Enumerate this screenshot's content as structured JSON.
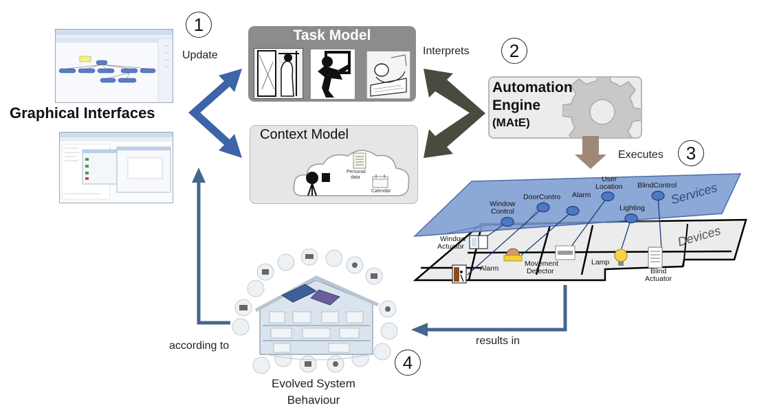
{
  "left": {
    "title": "Graphical Interfaces"
  },
  "steps": {
    "s1": "1",
    "s2": "2",
    "s3": "3",
    "s4": "4"
  },
  "labels": {
    "update": "Update",
    "interprets": "Interprets",
    "executes": "Executes",
    "results_in": "results in",
    "according_to": "according to",
    "evolved_line1": "Evolved System",
    "evolved_line2": "Behaviour"
  },
  "task_model": {
    "title": "Task Model"
  },
  "context_model": {
    "title": "Context Model",
    "personal_data_1": "Personal",
    "personal_data_2": "data",
    "calendar": "Calendar"
  },
  "engine": {
    "line1": "Automation",
    "line2": "Engine",
    "line3": "(MAtE)"
  },
  "layers": {
    "services": "Services",
    "devices": "Devices"
  },
  "services": {
    "window_control_1": "Window",
    "window_control_2": "Control",
    "door_control": "DoorContro",
    "alarm": "Alarm",
    "user_location_1": "User",
    "user_location_2": "Location",
    "blind_control": "BlindControl",
    "lighting": "Lighting"
  },
  "devices": {
    "window_actuator_1": "Window",
    "window_actuator_2": "Actuator",
    "alarm": "Alarm",
    "movement_1": "Movement",
    "movement_2": "Detector",
    "lamp": "Lamp",
    "blind_1": "Blind",
    "blind_2": "Actuator"
  },
  "colors": {
    "blue_arrow": "#3d63a8",
    "dark_arrow": "#4a4a3e",
    "services_plane": "#7f9fd1",
    "service_dot": "#4e78c4",
    "engine_arrow": "#a08878",
    "task_box": "#8c8c8c",
    "context_box": "#e4e4e4",
    "feedback_arrow": "#44668f"
  }
}
